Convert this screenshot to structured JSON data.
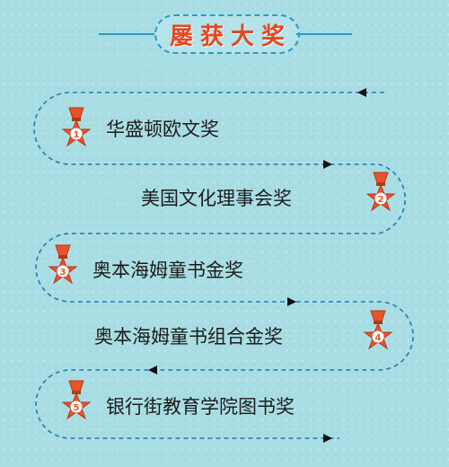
{
  "title": "屡获大奖",
  "colors": {
    "background": "#a9dde4",
    "path": "#1a7fb5",
    "title_text": "#e8451f",
    "medal": "#e8532b",
    "medal_dark": "#b8361a"
  },
  "awards": [
    {
      "number": "1",
      "label": "华盛顿欧文奖"
    },
    {
      "number": "2",
      "label": "美国文化理事会奖"
    },
    {
      "number": "3",
      "label": "奥本海姆童书金奖"
    },
    {
      "number": "4",
      "label": "奥本海姆童书组合金奖"
    },
    {
      "number": "5",
      "label": "银行街教育学院图书奖"
    }
  ]
}
